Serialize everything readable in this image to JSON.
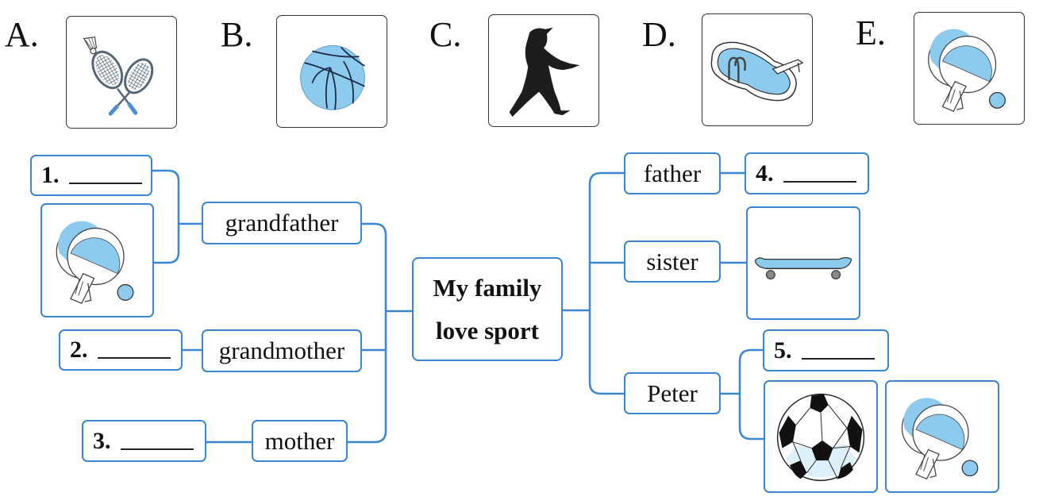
{
  "options": [
    {
      "letter": "A.",
      "icon": "badminton-icon",
      "sport": "badminton"
    },
    {
      "letter": "B.",
      "icon": "basketball-icon",
      "sport": "basketball"
    },
    {
      "letter": "C.",
      "icon": "kung-fu-icon",
      "sport": "kung fu"
    },
    {
      "letter": "D.",
      "icon": "swimming-pool-icon",
      "sport": "swimming"
    },
    {
      "letter": "E.",
      "icon": "table-tennis-icon",
      "sport": "table tennis"
    }
  ],
  "mindmap": {
    "center": {
      "line1": "My family",
      "line2": "love sport"
    },
    "members": {
      "grandfather": "grandfather",
      "grandmother": "grandmother",
      "mother": "mother",
      "father": "father",
      "sister": "sister",
      "peter": "Peter"
    },
    "blanks": [
      {
        "num": "1.",
        "member": "grandfather"
      },
      {
        "num": "2.",
        "member": "grandmother"
      },
      {
        "num": "3.",
        "member": "mother"
      },
      {
        "num": "4.",
        "member": "father"
      },
      {
        "num": "5.",
        "member": "Peter"
      }
    ],
    "pictures": {
      "grandfather": "table-tennis-icon",
      "sister": "skateboard-icon",
      "peter": [
        "soccer-ball-icon",
        "table-tennis-icon"
      ]
    }
  },
  "colors": {
    "connector": "#3a86d1",
    "icon_fill": "#8ccbee"
  }
}
